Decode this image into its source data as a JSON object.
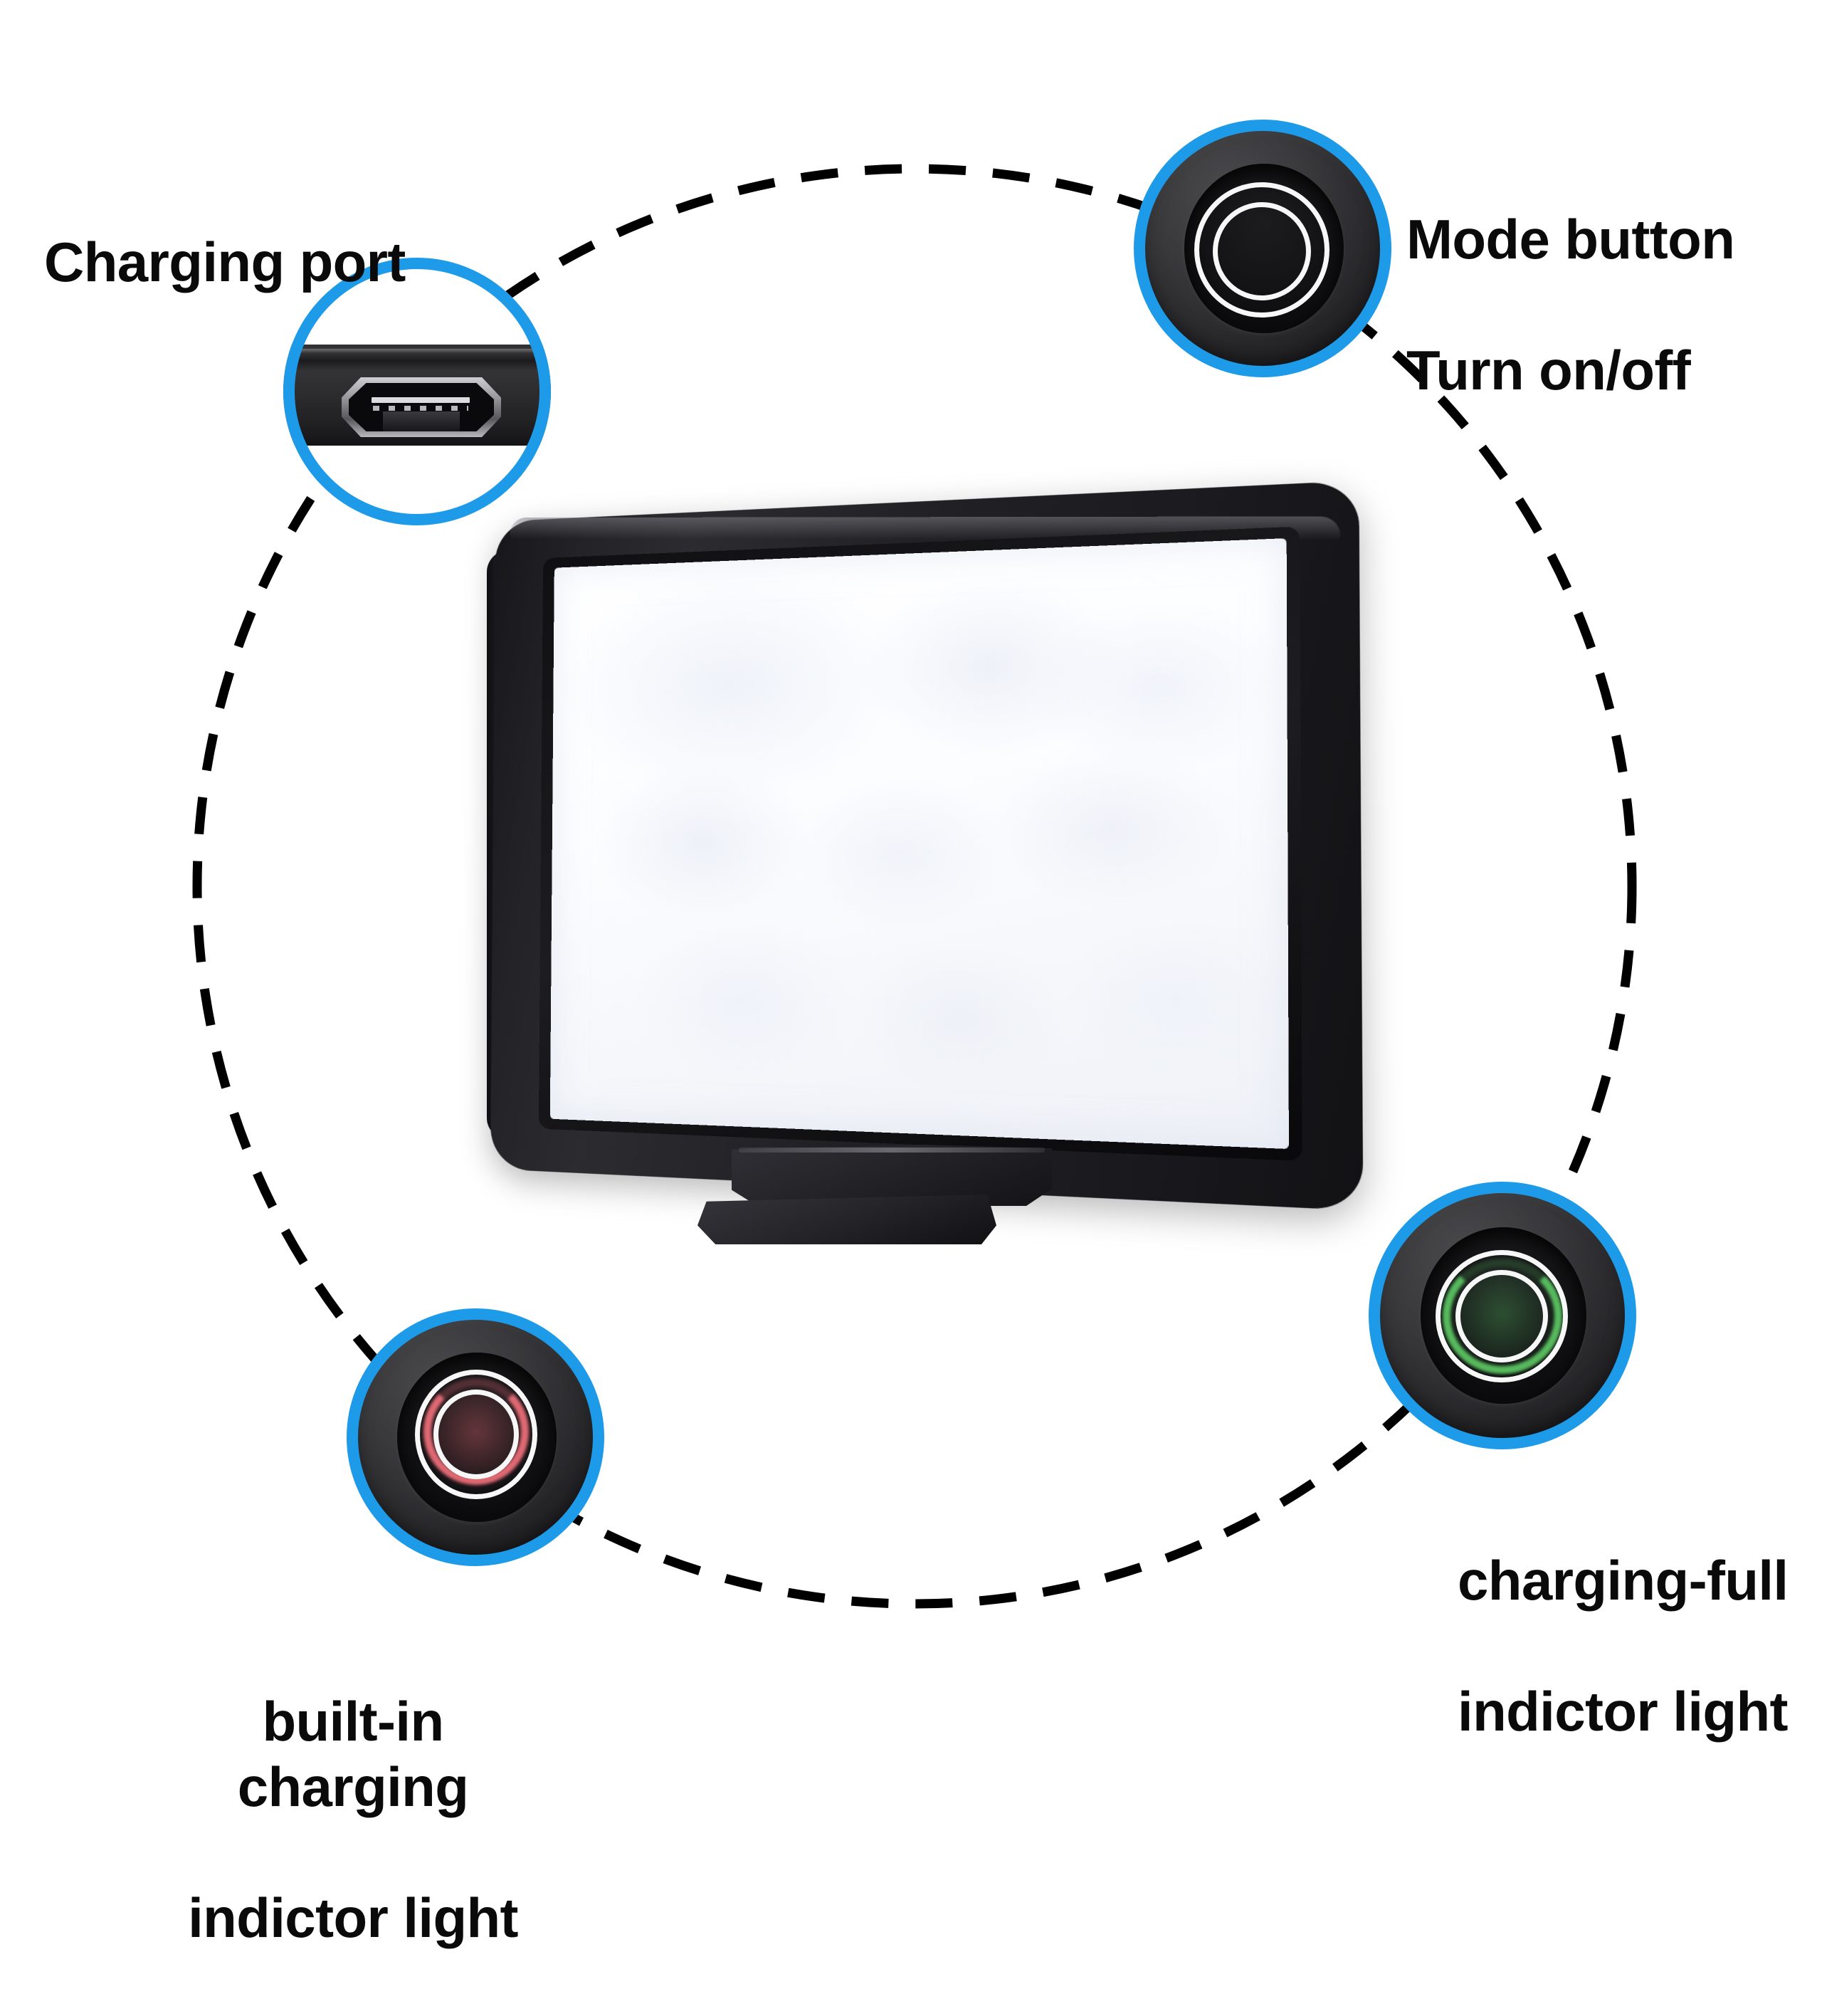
{
  "page": {
    "background_color": "#ffffff",
    "accent_color": "#1d9ae8",
    "text_color": "#0a0a0a",
    "product_name": "LED video light panel"
  },
  "guide": {
    "shape": "dashed-circle",
    "stroke_color": "#000000",
    "dash_pattern": "52 38",
    "stroke_width": 13
  },
  "callouts": [
    {
      "id": "charging-port",
      "label": "Charging port",
      "label_lines": [
        "Charging port"
      ],
      "ring_color": "#1d9ae8",
      "detail": "micro-usb-port",
      "position": "top-left"
    },
    {
      "id": "mode-button",
      "label": "Mode button Turn on/off",
      "label_lines": [
        "Mode button",
        "Turn on/off"
      ],
      "ring_color": "#1d9ae8",
      "detail": "mode-button-rings",
      "indicator_color": "#ffffff",
      "position": "top-right"
    },
    {
      "id": "charging-indicator",
      "label": "built-in charging indictor light",
      "label_lines": [
        "built-in charging",
        "indictor light"
      ],
      "ring_color": "#1d9ae8",
      "detail": "red-glow-ring",
      "indicator_color": "#f0707b",
      "position": "bottom-left"
    },
    {
      "id": "charging-full-indicator",
      "label": "charging-full indictor light",
      "label_lines": [
        "charging-full",
        "indictor light"
      ],
      "ring_color": "#1d9ae8",
      "detail": "green-glow-ring",
      "indicator_color": "#5bc361",
      "position": "bottom-right"
    }
  ],
  "labels": {
    "charging_port": "Charging port",
    "mode_button_line1": "Mode button",
    "mode_button_line2": "Turn on/off",
    "charging_full_line1": "charging-full",
    "charging_full_line2": "indictor light",
    "builtin_charging_line1": "built-in charging",
    "builtin_charging_line2": "indictor light"
  },
  "product": {
    "type": "rectangular-led-panel",
    "housing_color": "#1e1e22",
    "diffuser_color": "#fbfcfe",
    "mount": "cold-shoe-bracket"
  }
}
